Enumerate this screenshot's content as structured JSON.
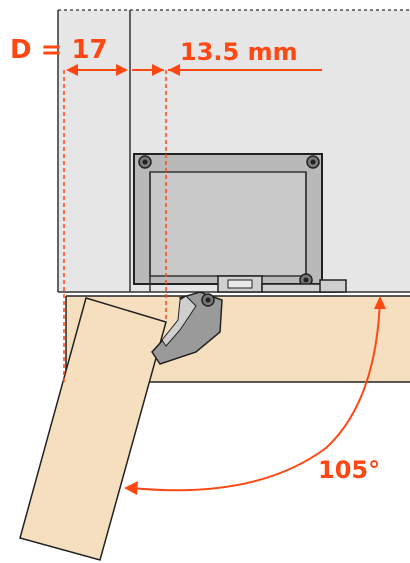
{
  "labels": {
    "depth": "D = 17",
    "offset": "13.5 mm",
    "angle": "105°"
  },
  "colors": {
    "accent": "#ff4713",
    "cabinet": "#e6e6e6",
    "wood": "#f6dfbe",
    "hinge_plate": "#c9c9c9",
    "outline": "#222222"
  },
  "icons": {
    "screw": "screw-icon"
  }
}
